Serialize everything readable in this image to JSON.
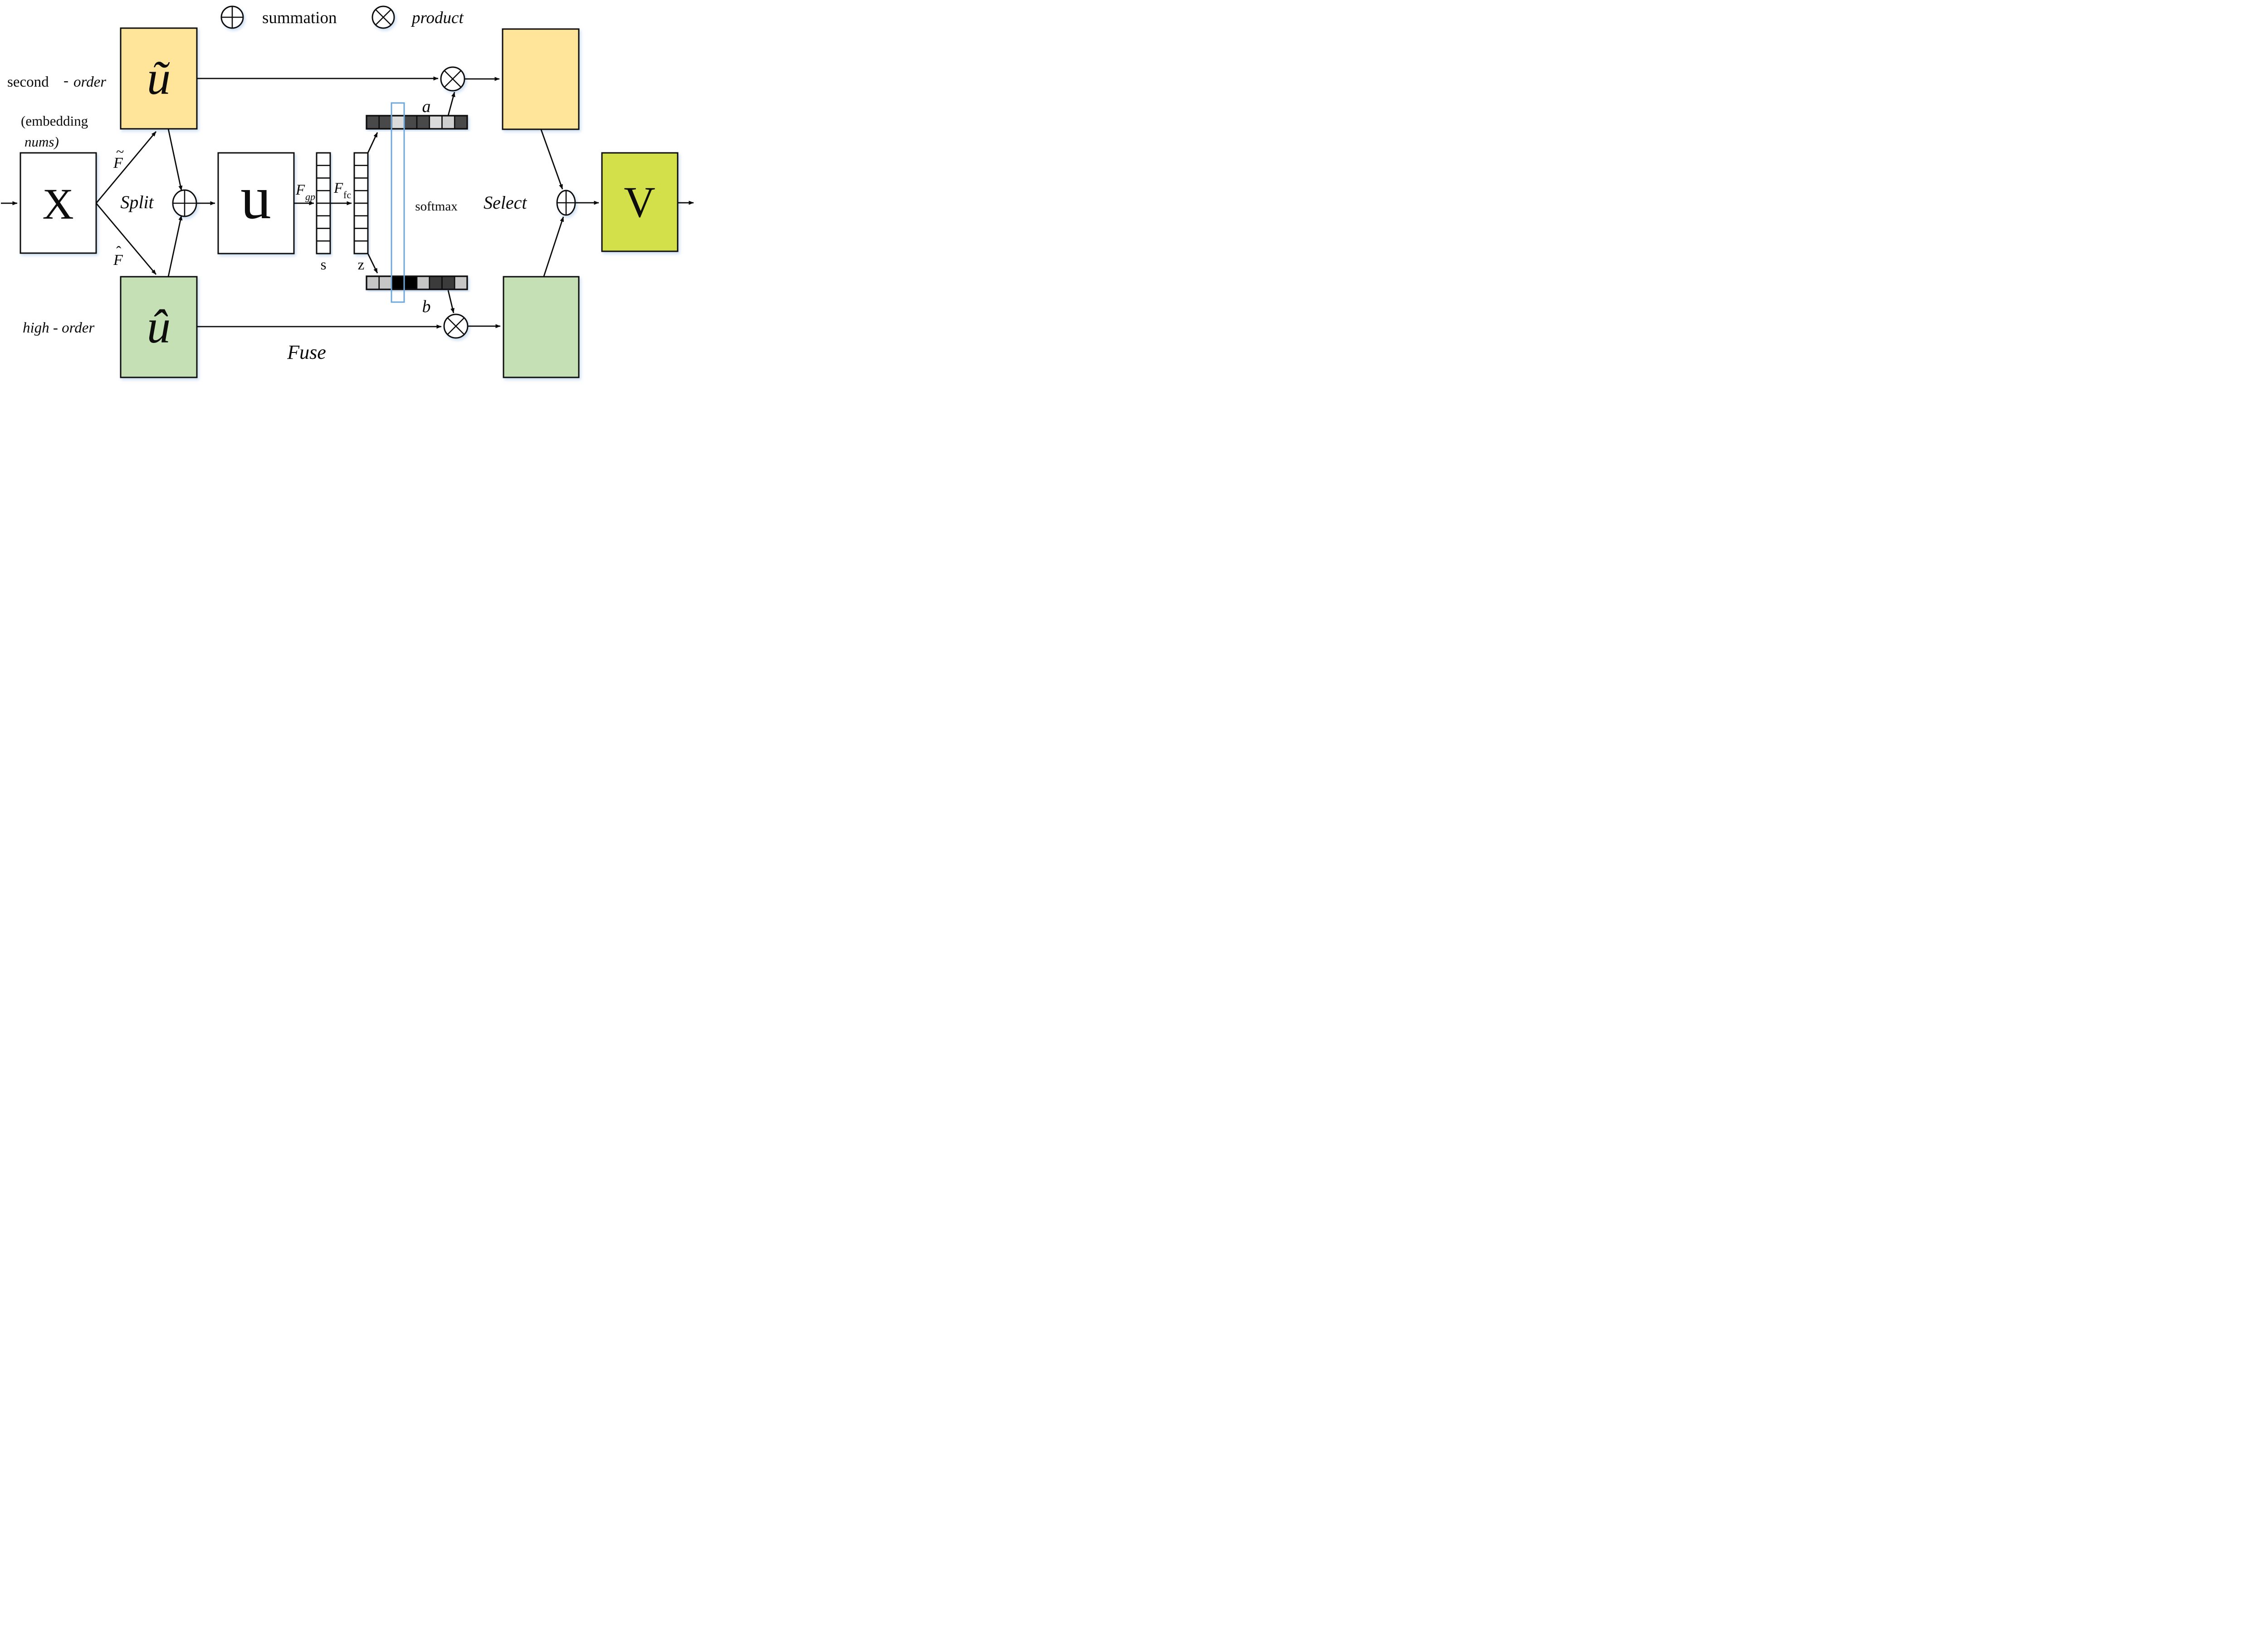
{
  "legend": {
    "summation_label": "summation",
    "product_label": "product"
  },
  "labels": {
    "second_order_left": "second",
    "second_order_dash": "-",
    "second_order_right": "order",
    "embedding_line1": "(embedding",
    "embedding_line2": "nums)",
    "high_order": "high - order",
    "split": "Split",
    "select": "Select",
    "fuse": "Fuse",
    "softmax": "softmax",
    "s": "s",
    "z": "z",
    "a": "a",
    "b": "b"
  },
  "nodes": {
    "input": "X",
    "aggregate": "u",
    "output": "V",
    "second_order_branch": "ũ",
    "high_order_branch": "û"
  },
  "ops": {
    "f_tilde_base": "F",
    "f_tilde_accent": "~",
    "f_hat_base": "F",
    "f_hat_accent": "ˆ",
    "f_gp_base": "F",
    "f_gp_sub": "gp",
    "f_fc_base": "F",
    "f_fc_sub": "fc"
  },
  "vectors": {
    "s": {
      "cell_count": 8
    },
    "z": {
      "cell_count": 8
    },
    "a": {
      "cell_count": 8,
      "colors": [
        "#4a4a4a",
        "#4a4a4a",
        "#dbdbdb",
        "#4a4a4a",
        "#4a4a4a",
        "#dbdbdb",
        "#cfcfcf",
        "#4a4a4a"
      ]
    },
    "b": {
      "cell_count": 8,
      "colors": [
        "#c6c6c6",
        "#c6c6c6",
        "#060606",
        "#060606",
        "#c6c6c6",
        "#3a3a3a",
        "#3a3a3a",
        "#c6c6c6"
      ]
    }
  },
  "colors": {
    "branch_yellow": "#ffe59a",
    "branch_green": "#c5e0b4",
    "output_lime": "#d3e04a",
    "plain_white": "#ffffff",
    "highlight_blue": "#6fa8dc",
    "ink": "#0a0a0a"
  }
}
